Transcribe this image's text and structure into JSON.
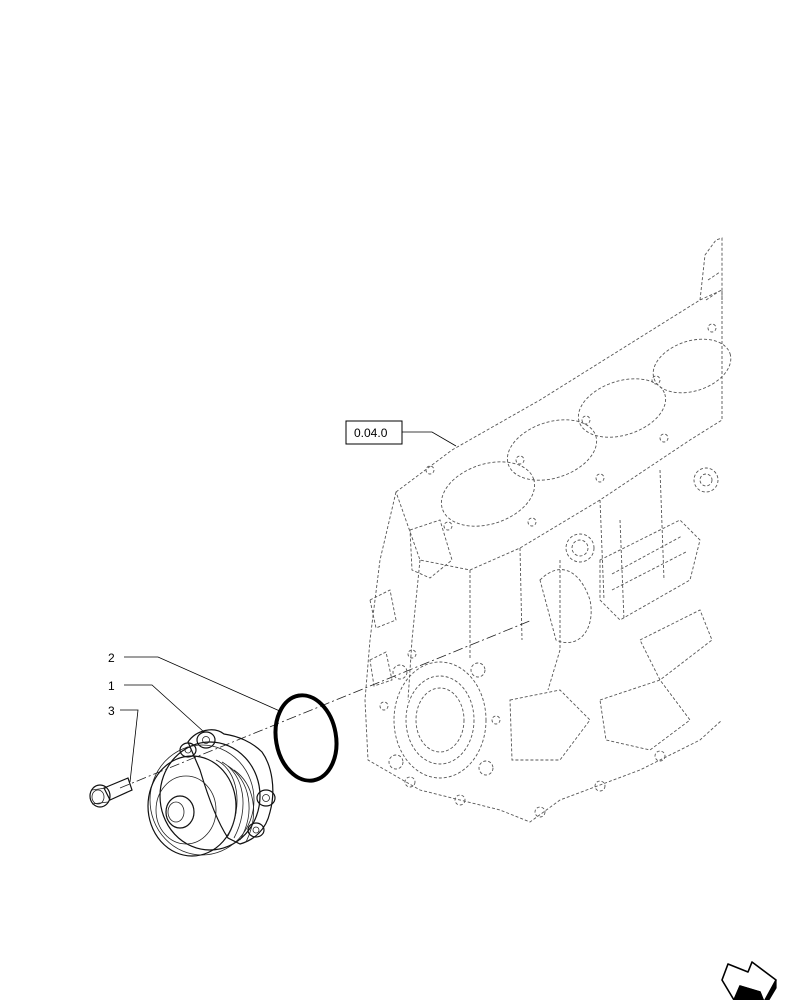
{
  "reference_box": {
    "label": "0.04.0"
  },
  "callouts": [
    {
      "id": "2"
    },
    {
      "id": "1"
    },
    {
      "id": "3"
    }
  ],
  "nav_icon": "next-page-arrow-icon",
  "colors": {
    "line": "#000000",
    "background": "#ffffff"
  }
}
